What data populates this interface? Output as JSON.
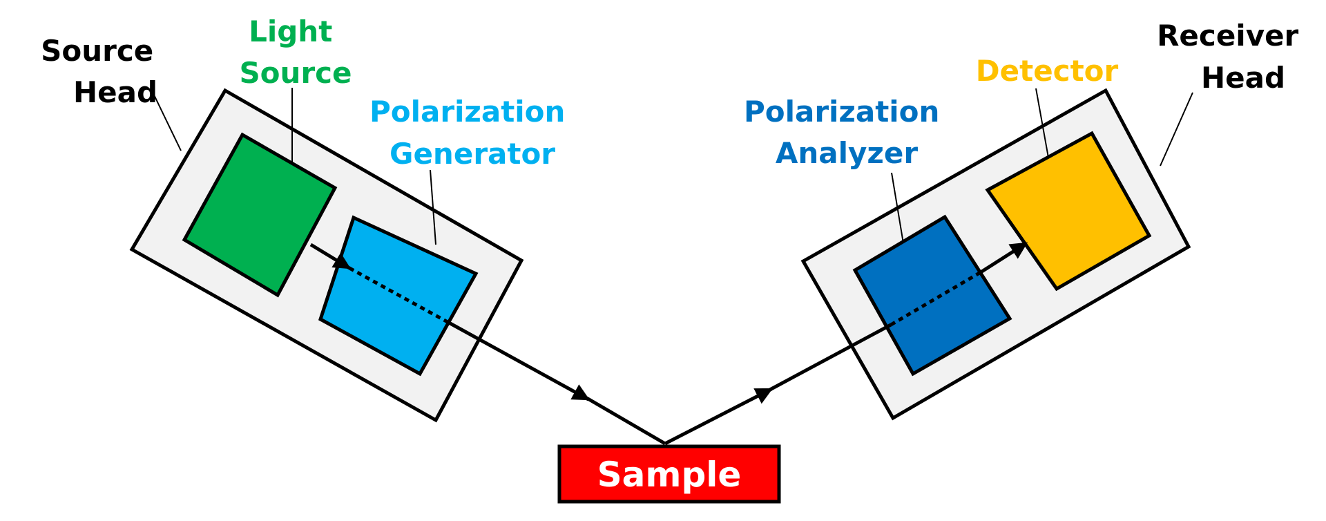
{
  "labels": {
    "source_head": [
      "Source",
      "Head"
    ],
    "light_source": [
      "Light",
      "Source"
    ],
    "polarization_generator": [
      "Polarization",
      "Generator"
    ],
    "polarization_analyzer": [
      "Polarization",
      "Analyzer"
    ],
    "detector": [
      "Detector"
    ],
    "receiver_head": [
      "Receiver",
      "Head"
    ],
    "sample": "Sample"
  },
  "colors": {
    "head_fill": "#f2f2f2",
    "outline": "#000000",
    "light_source": "#00b050",
    "polarization_generator": "#00b0f0",
    "polarization_analyzer": "#0070c0",
    "detector": "#ffc000",
    "sample": "#ff0000",
    "sample_text": "#ffffff",
    "text_default": "#000000"
  }
}
